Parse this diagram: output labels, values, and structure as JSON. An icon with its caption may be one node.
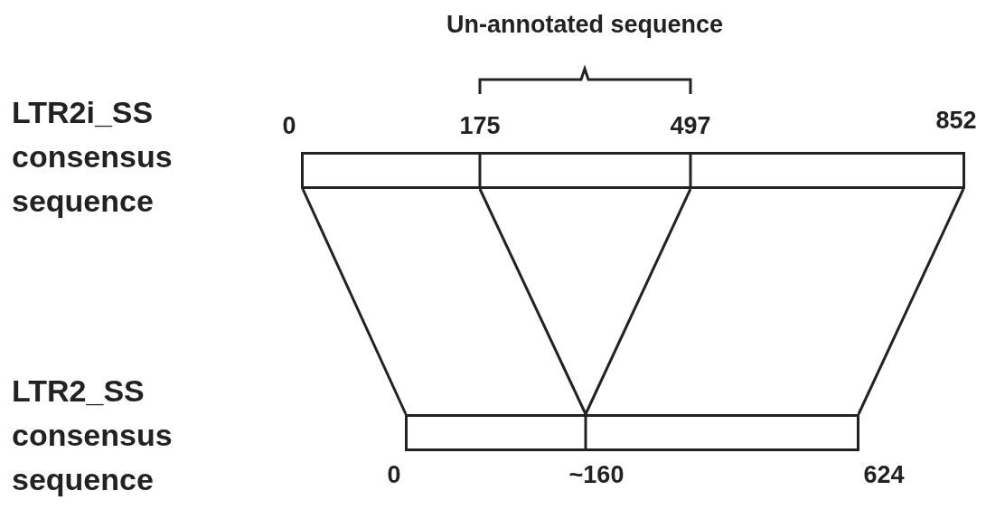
{
  "diagram": {
    "nodes": [
      {
        "text": [],
        "shape": "bar"
      },
      {
        "text": [],
        "shape": "bar"
      }
    ],
    "edges": [
      {
        "from": 0,
        "to": 1,
        "arrow": "none"
      },
      {
        "from": 0,
        "to": 1,
        "arrow": "none"
      },
      {
        "from": 0,
        "to": 1,
        "arrow": "none"
      },
      {
        "from": 0,
        "to": 1,
        "arrow": "none"
      }
    ],
    "labels": [
      "Un-annotated sequence",
      "LTR2i_SS consensus sequence",
      "0",
      "175",
      "497",
      "852",
      "LTR2_SS consensus sequence",
      "0",
      "~160",
      "624"
    ]
  }
}
